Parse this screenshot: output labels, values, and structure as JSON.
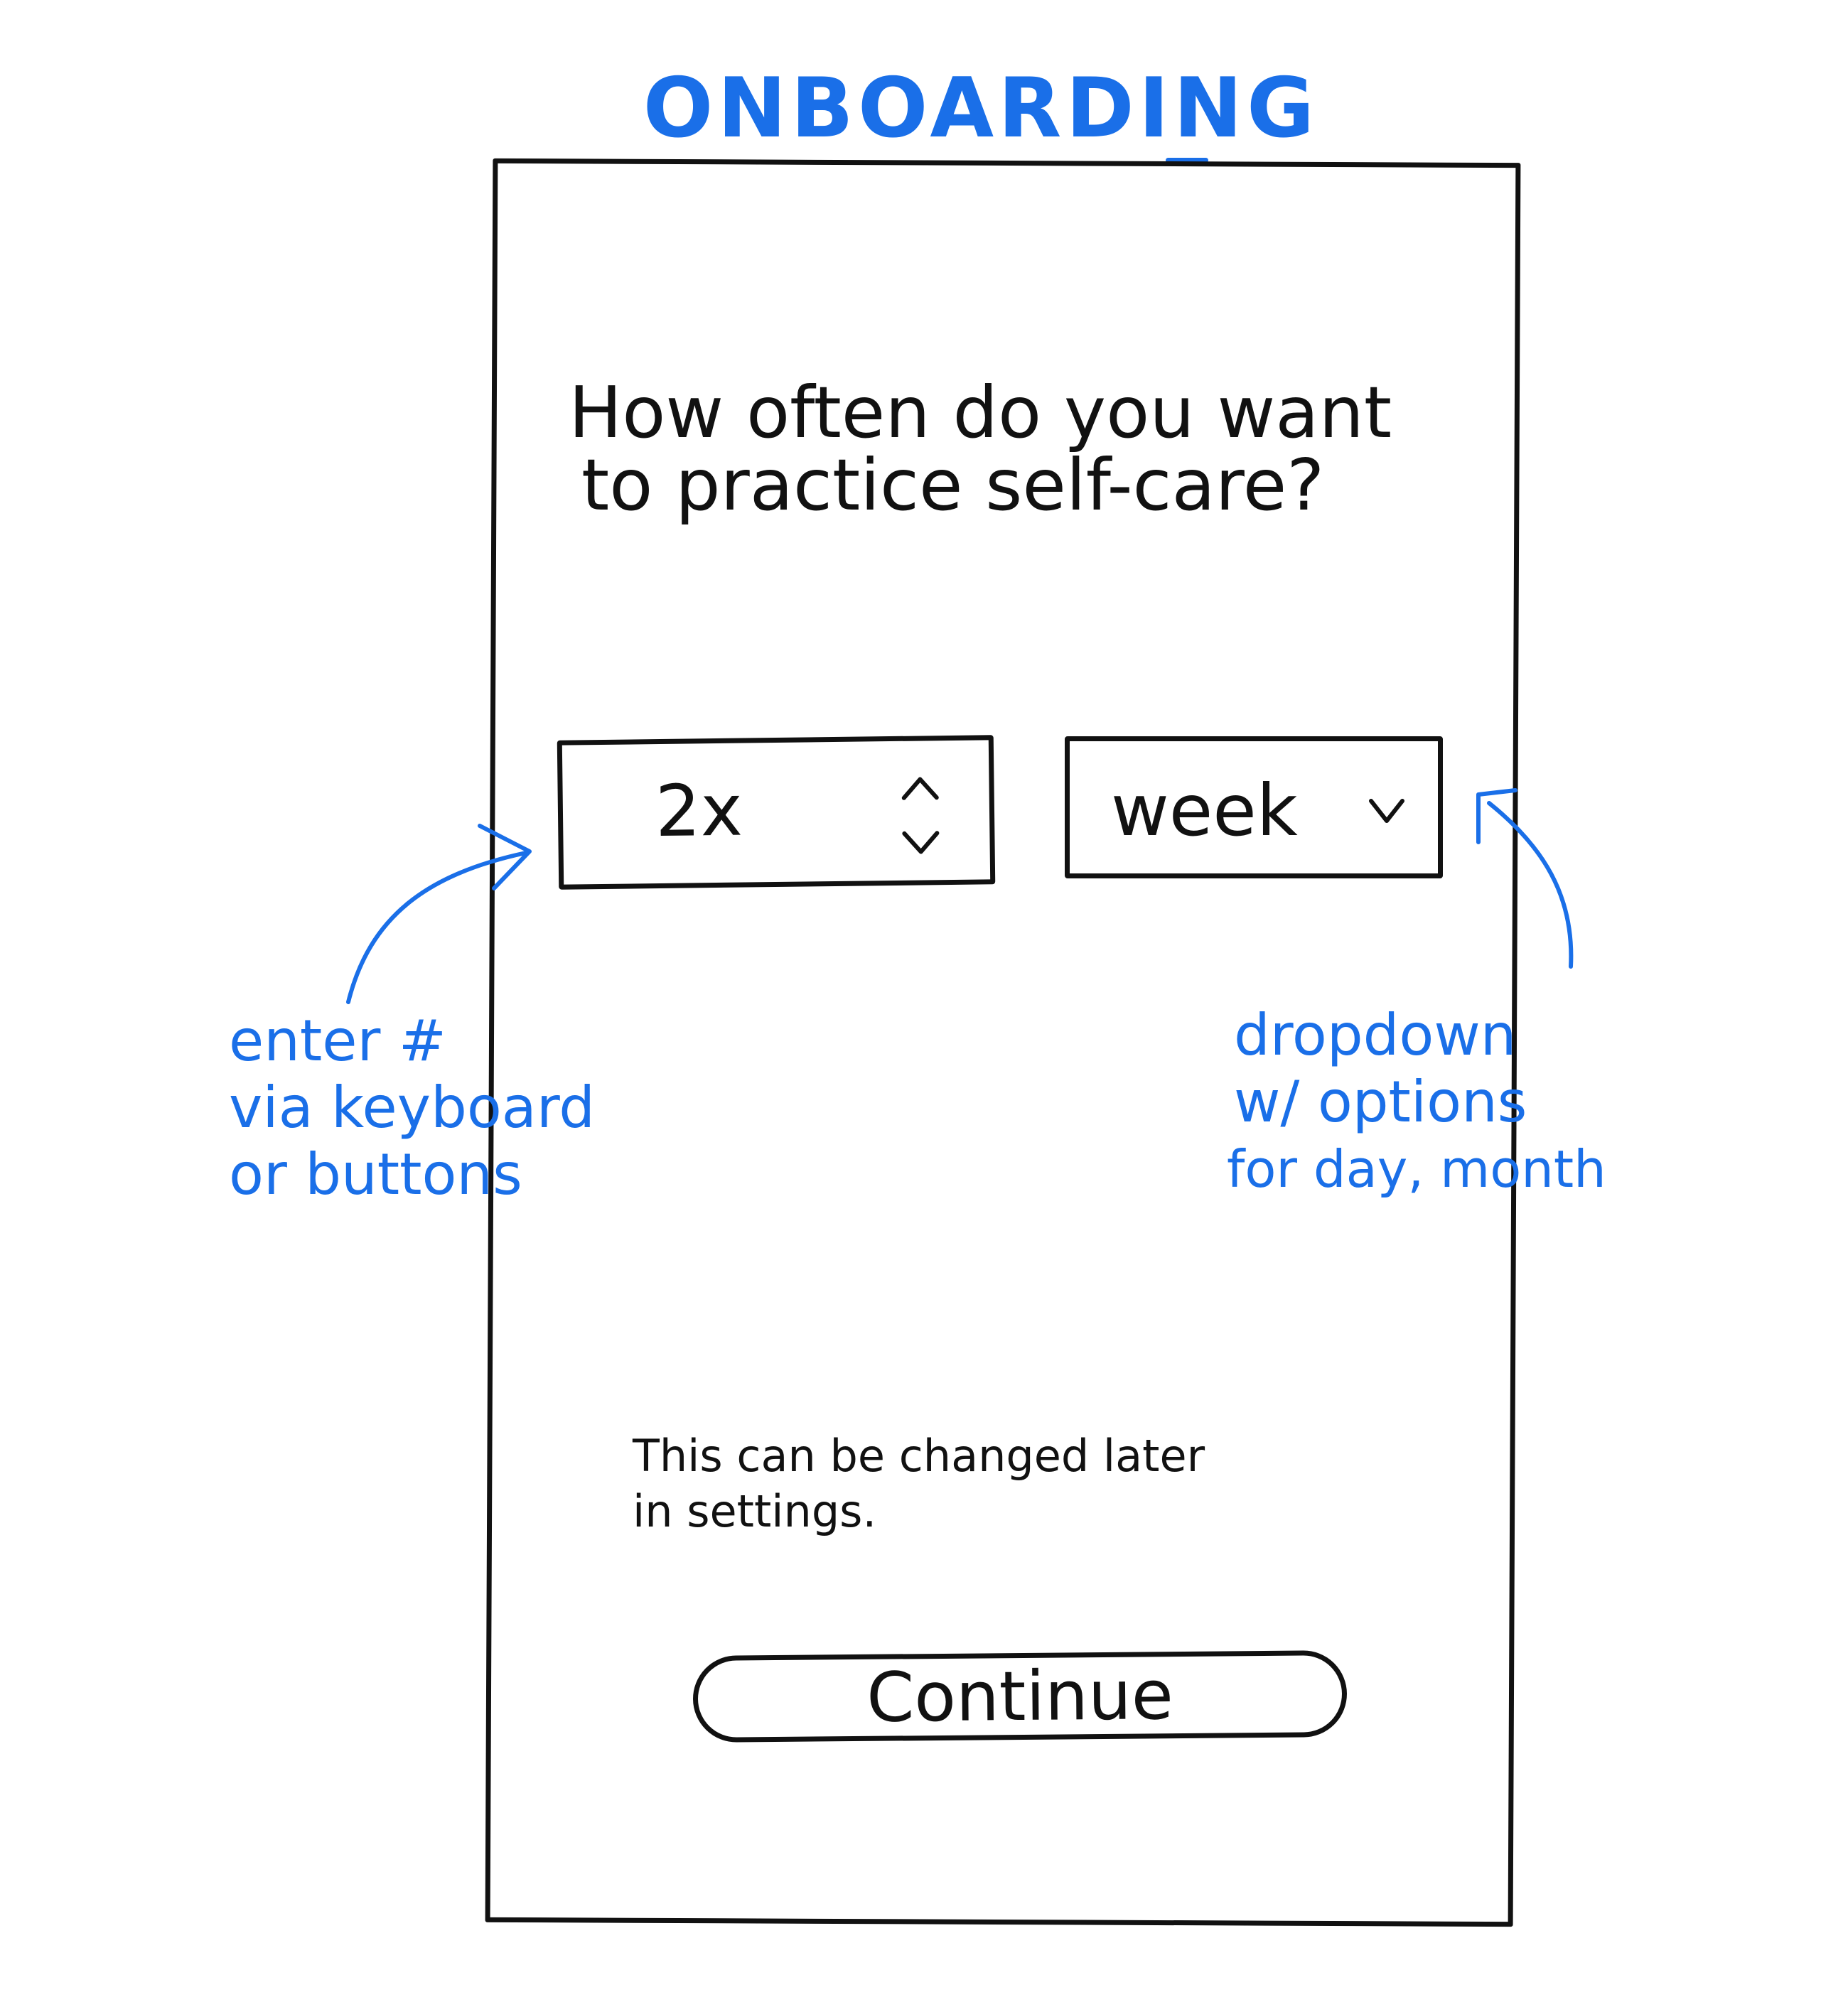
{
  "header": {
    "title": "ONBOARDING"
  },
  "screen": {
    "question_line1": "How often do you want",
    "question_line2": "to practice self-care?",
    "frequency_stepper": {
      "value": "2x"
    },
    "period_dropdown": {
      "selected": "week"
    },
    "note_line1": "This can be changed later",
    "note_line2": "in settings.",
    "continue_label": "Continue"
  },
  "annotations": {
    "left": [
      "enter #",
      "via keyboard",
      "or buttons"
    ],
    "right": [
      "dropdown",
      "w/ options",
      "for day, month"
    ]
  },
  "colors": {
    "annotation": "#1a6fe8",
    "ink": "#111111"
  },
  "icons": {
    "stepper_arrows": "up-down-chevron-icon",
    "dropdown_arrow": "chevron-down-icon"
  }
}
